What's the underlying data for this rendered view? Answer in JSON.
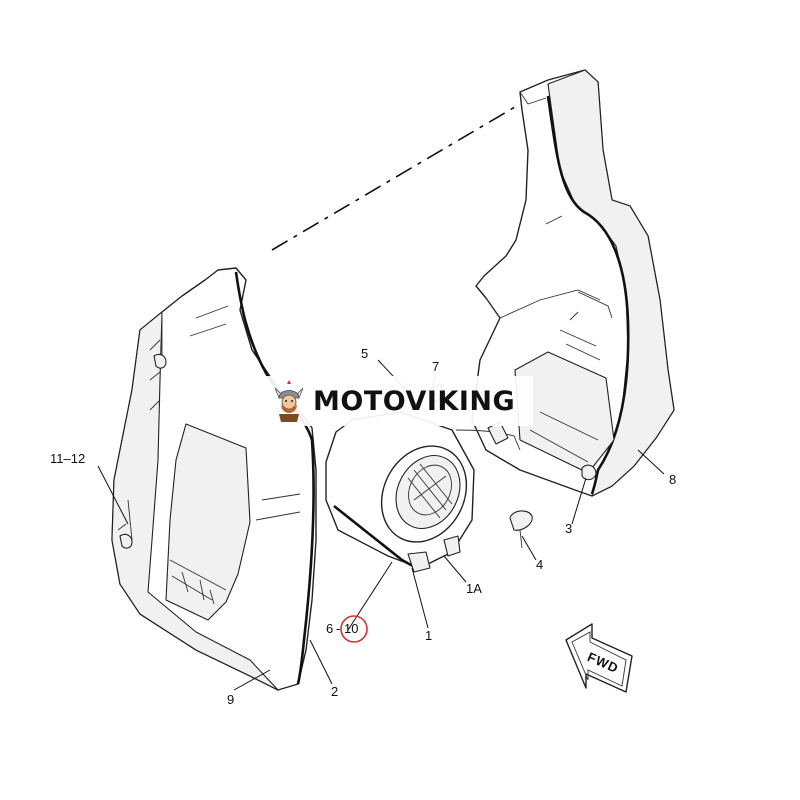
{
  "watermark": {
    "brand": "MOTOVIKING"
  },
  "callouts": {
    "c11_12": "11–12",
    "c5": "5",
    "c7": "7",
    "c8": "8",
    "c3": "3",
    "c4": "4",
    "c1a": "1A",
    "c1": "1",
    "c6": "6",
    "c10": "10",
    "c2": "2",
    "c9": "9"
  },
  "direction_arrow": {
    "label": "FWD"
  },
  "highlight": {
    "target": "10",
    "color": "#d9302b"
  }
}
